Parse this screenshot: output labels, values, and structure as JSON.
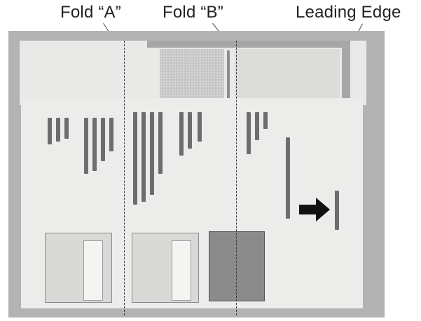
{
  "labels": {
    "fold_a": "Fold “A”",
    "fold_b": "Fold “B”",
    "leading_edge": "Leading Edge"
  },
  "icons": [
    "arrow-right-icon"
  ],
  "colors": {
    "paper": "#ececea",
    "background": "#b3b3b3",
    "callout_text": "#222222"
  }
}
